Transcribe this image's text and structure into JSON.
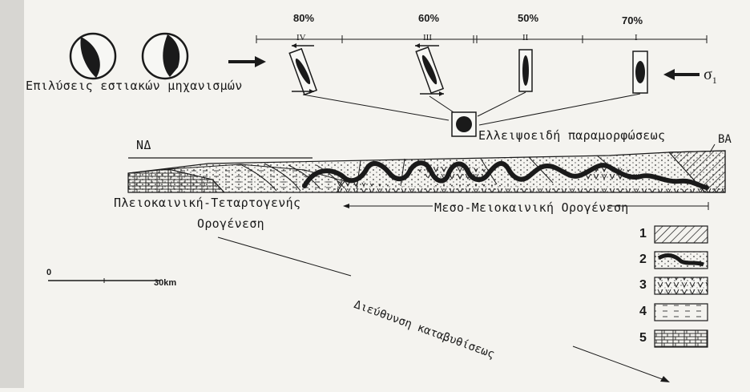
{
  "focal_mechanisms_label": "Επιλύσεις εστιακών μηχανισμών",
  "sigma_label": "σ",
  "sigma_subscript": "1",
  "strain_ellipses_label": "Ελλειψοειδή παραμορφώσεως",
  "sw_label": "ΝΔ",
  "ne_label": "ΒΑ",
  "plio_quaternary_line1": "Πλειοκαινική-Τεταρτογενής",
  "plio_quaternary_line2": "Ορογένεση",
  "meso_miocene_label": "Μεσο-Μειοκαινική Ορογένεση",
  "subduction_label": "Διεύθυνση καταβυθίσεως",
  "scale": {
    "start": "0",
    "end": "30km"
  },
  "segments": [
    {
      "roman": "IV",
      "percent": "80%"
    },
    {
      "roman": "III",
      "percent": "60%"
    },
    {
      "roman": "II",
      "percent": "50%"
    },
    {
      "roman": "I",
      "percent": "70%"
    }
  ],
  "legend": [
    "1",
    "2",
    "3",
    "4",
    "5"
  ],
  "colors": {
    "ink": "#1a1a1a",
    "paper": "#f4f3ef"
  }
}
